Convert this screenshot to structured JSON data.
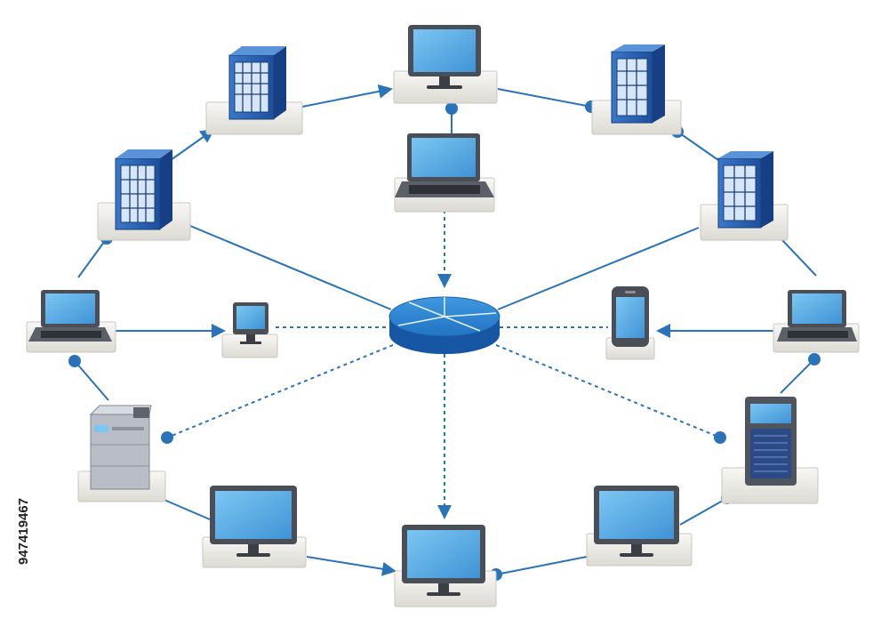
{
  "image_id_text": "947419467",
  "colors": {
    "link": "#2a73b8",
    "screen": "#58aee8",
    "hub_top": "#2f86d1",
    "hub_side": "#1656a3",
    "server_blue": "#2c62b5",
    "pad": "#ecebe6"
  },
  "hub": {
    "icon": "network-hub-icon"
  },
  "devices": [
    {
      "id": "server-top-left",
      "icon": "server-icon"
    },
    {
      "id": "monitor-top-center",
      "icon": "monitor-icon"
    },
    {
      "id": "server-top-right",
      "icon": "server-icon"
    },
    {
      "id": "laptop-top-center",
      "icon": "laptop-icon"
    },
    {
      "id": "server-left",
      "icon": "server-icon"
    },
    {
      "id": "server-right",
      "icon": "server-icon"
    },
    {
      "id": "laptop-left",
      "icon": "laptop-icon"
    },
    {
      "id": "small-monitor-left",
      "icon": "monitor-icon"
    },
    {
      "id": "phone-right",
      "icon": "phone-icon"
    },
    {
      "id": "laptop-right",
      "icon": "laptop-icon"
    },
    {
      "id": "printer-left",
      "icon": "printer-icon"
    },
    {
      "id": "tower-right",
      "icon": "tower-pc-icon"
    },
    {
      "id": "monitor-bottom-left",
      "icon": "monitor-icon"
    },
    {
      "id": "monitor-bottom-center",
      "icon": "monitor-icon"
    },
    {
      "id": "monitor-bottom-right",
      "icon": "monitor-icon"
    }
  ]
}
